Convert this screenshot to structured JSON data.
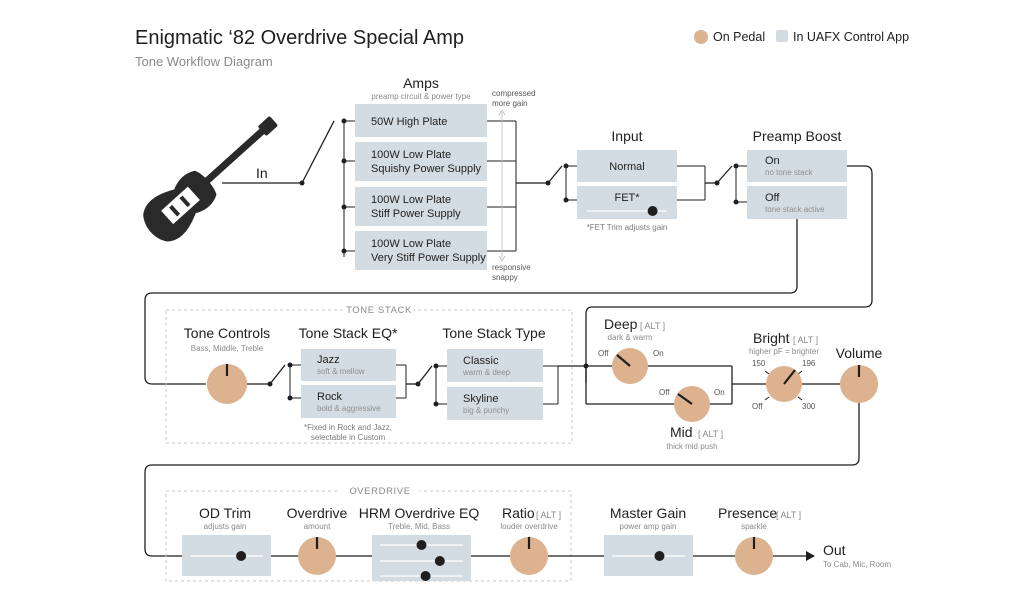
{
  "header": {
    "title": "Enigmatic ‘82 Overdrive Special Amp",
    "subtitle": "Tone Workflow Diagram"
  },
  "legend": {
    "items": [
      {
        "label": "On Pedal",
        "color": "#dcb28f"
      },
      {
        "label": "In UAFX Control App",
        "color": "#d3dce3"
      }
    ]
  },
  "colors": {
    "pedal": "#dcb28f",
    "app": "#d3dce3",
    "wire": "#1f1f1f"
  },
  "icons": {
    "instrument": "electric-guitar-icon"
  },
  "input": {
    "label": "In"
  },
  "amps": {
    "title": "Amps",
    "subtitle": "preamp circuit & power type",
    "scale_top": [
      "compressed",
      "more gain"
    ],
    "scale_bottom": [
      "responsive",
      "snappy"
    ],
    "options": [
      {
        "line1": "50W High Plate",
        "line2": ""
      },
      {
        "line1": "100W Low Plate",
        "line2": "Squishy Power Supply"
      },
      {
        "line1": "100W Low Plate",
        "line2": "Stiff Power Supply"
      },
      {
        "line1": "100W Low Plate",
        "line2": "Very Stiff Power Supply"
      }
    ]
  },
  "input_stage": {
    "title": "Input",
    "options": [
      "Normal",
      "FET*"
    ],
    "fet_trim_level": 0.82,
    "note": "*FET Trim adjusts gain"
  },
  "preamp_boost": {
    "title": "Preamp Boost",
    "options": [
      {
        "label": "On",
        "sub": "no tone stack"
      },
      {
        "label": "Off",
        "sub": "tone stack active"
      }
    ]
  },
  "tone_stack": {
    "section_label": "TONE STACK",
    "controls": {
      "title": "Tone Controls",
      "subtitle": "Bass, Middle, Treble"
    },
    "eq": {
      "title": "Tone Stack EQ*",
      "options": [
        {
          "label": "Jazz",
          "sub": "soft & mellow"
        },
        {
          "label": "Rock",
          "sub": "bold & aggressive"
        }
      ],
      "note": [
        "*Fixed in Rock and Jazz,",
        "selectable in Custom"
      ]
    },
    "type": {
      "title": "Tone Stack Type",
      "options": [
        {
          "label": "Classic",
          "sub": "warm & deep"
        },
        {
          "label": "Skyline",
          "sub": "big & punchy"
        }
      ]
    }
  },
  "deep": {
    "title": "Deep",
    "alt": "[ ALT ]",
    "subtitle": "dark & warm",
    "off": "Off",
    "on": "On"
  },
  "mid": {
    "title": "Mid",
    "alt": "[ ALT ]",
    "subtitle": "thick mid push",
    "off": "Off",
    "on": "On"
  },
  "bright": {
    "title": "Bright",
    "alt": "[ ALT ]",
    "subtitle": "higher pF = brighter",
    "positions": [
      "150",
      "196",
      "Off",
      "300"
    ]
  },
  "volume": {
    "title": "Volume"
  },
  "overdrive": {
    "section_label": "OVERDRIVE",
    "od_trim": {
      "title": "OD Trim",
      "subtitle": "adjusts gain",
      "level": 0.7
    },
    "drive": {
      "title": "Overdrive",
      "subtitle": "amount"
    },
    "hrm_eq": {
      "title": "HRM Overdrive EQ",
      "subtitle": "Treble, Mid, Bass",
      "levels": [
        0.5,
        0.72,
        0.55
      ]
    },
    "ratio": {
      "title": "Ratio",
      "alt": "[ ALT ]",
      "subtitle": "louder overdrive"
    }
  },
  "master_gain": {
    "title": "Master Gain",
    "subtitle": "power amp gain",
    "level": 0.65
  },
  "presence": {
    "title": "Presence",
    "alt": "[ ALT ]",
    "subtitle": "sparkle"
  },
  "output": {
    "label": "Out",
    "subtitle": "To Cab, Mic, Room"
  }
}
